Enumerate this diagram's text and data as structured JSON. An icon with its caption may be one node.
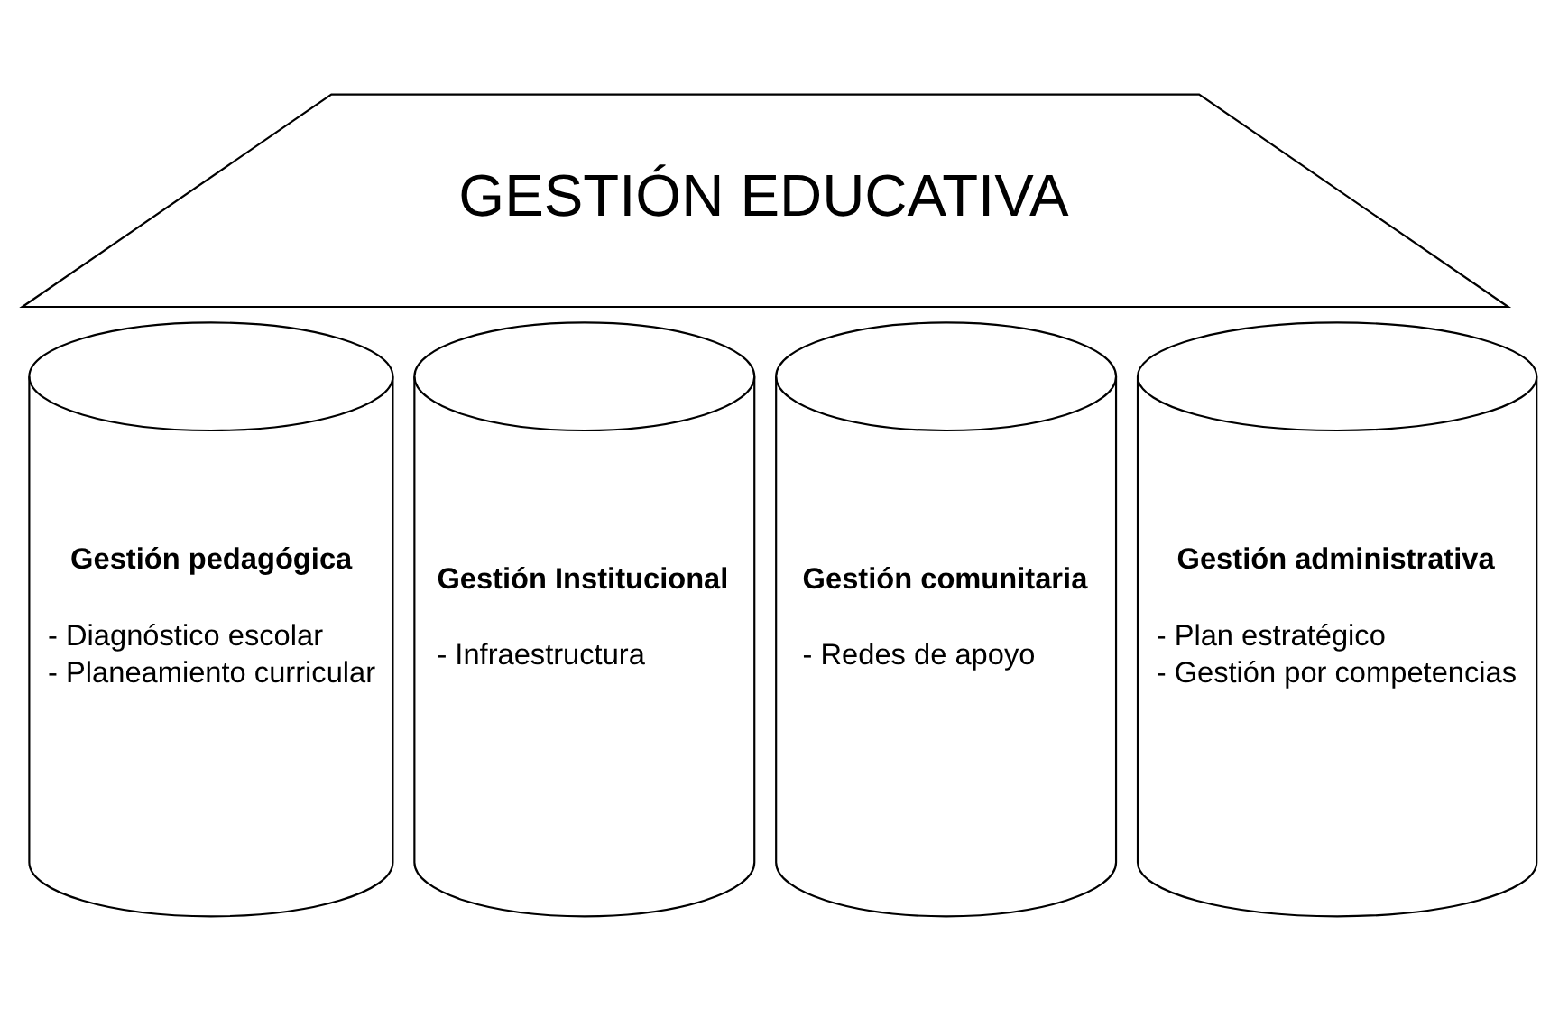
{
  "diagram": {
    "nodes": [
      {
        "text": [
          "GESTIÓN EDUCATIVA"
        ]
      },
      {
        "text": [
          "Gestión pedagógica",
          "- Diagnóstico escolar",
          "- Planeamiento curricular"
        ]
      },
      {
        "text": [
          "Gestión Institucional",
          "- Infraestructura"
        ]
      },
      {
        "text": [
          "Gestión comunitaria",
          "- Redes de apoyo"
        ]
      },
      {
        "text": [
          "Gestión administrativa",
          "- Plan estratégico",
          "- Gestión por competencias"
        ]
      }
    ],
    "edges": []
  }
}
